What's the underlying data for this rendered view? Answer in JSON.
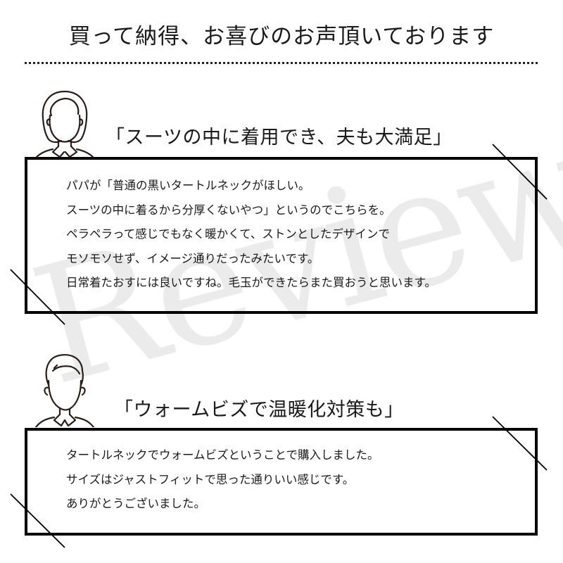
{
  "header": {
    "title": "買って納得、お喜びのお声頂いております"
  },
  "watermark": {
    "text": "Review",
    "color": "#ebebeb"
  },
  "reviews": [
    {
      "avatar": "woman-avatar-icon",
      "headline": "「スーツの中に着用でき、夫も大満足」",
      "lines": [
        "パパが「普通の黒いタートルネックがほしい。",
        "スーツの中に着るから分厚くないやつ」というのでこちらを。",
        "ペラペラって感じでもなく暖かくて、ストンとしたデザインで",
        "モソモソせず、イメージ通りだったみたいです。",
        "日常着たおすには良いですね。毛玉ができたらまた買おうと思います。"
      ]
    },
    {
      "avatar": "man-avatar-icon",
      "headline": "「ウォームビズで温暖化対策も」",
      "lines": [
        "タートルネックでウォームビズということで購入しました。",
        "サイズはジャストフィットで思った通りいい感じです。",
        "ありがとうございました。"
      ]
    }
  ],
  "colors": {
    "text": "#1a1a1a",
    "border": "#000000",
    "background": "#ffffff"
  }
}
